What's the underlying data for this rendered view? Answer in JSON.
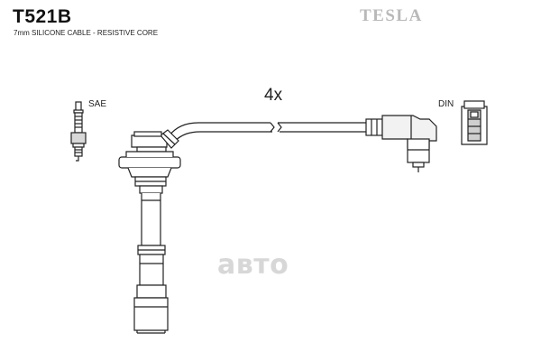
{
  "header": {
    "part_code": "T521B",
    "cable_spec": "7mm SILICONE CABLE - RESISTIVE CORE",
    "brand": "TESLA"
  },
  "labels": {
    "sae": "SAE",
    "din": "DIN",
    "quantity": "4x"
  },
  "watermark": {
    "text": "авто"
  },
  "colors": {
    "line": "#222222",
    "fill": "#ffffff",
    "brand": "#b9b9b9",
    "watermark": "#d7d7d7"
  }
}
